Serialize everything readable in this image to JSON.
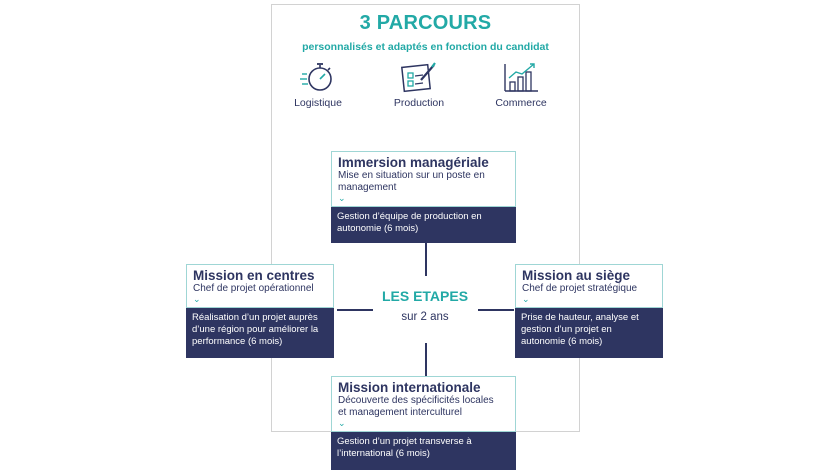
{
  "header": {
    "title": "3 PARCOURS",
    "subtitle": "personnalisés et adaptés en fonction du candidat"
  },
  "parcours": [
    {
      "label": "Logistique",
      "icon": "stopwatch-icon"
    },
    {
      "label": "Production",
      "icon": "checklist-pen-icon"
    },
    {
      "label": "Commerce",
      "icon": "bar-chart-growth-icon"
    }
  ],
  "center": {
    "title": "LES ETAPES",
    "duration": "sur 2 ans"
  },
  "steps": {
    "top": {
      "name": "Immersion managériale",
      "role": "Mise en situation sur un poste en management",
      "desc": "Gestion d’équipe de production en autonomie (6 mois)"
    },
    "left": {
      "name": "Mission en centres",
      "role": "Chef de projet opérationnel",
      "desc": "Réalisation d’un projet auprès d’une région pour améliorer la performance (6 mois)"
    },
    "right": {
      "name": "Mission au siège",
      "role": "Chef de projet stratégique",
      "desc": "Prise de hauteur, analyse et gestion d’un projet en autonomie (6 mois)"
    },
    "bottom": {
      "name": "Mission internationale",
      "role": "Découverte des spécificités locales et management interculturel",
      "desc": "Gestion d’un projet transverse à l’international (6 mois)"
    }
  },
  "colors": {
    "teal": "#22a9a6",
    "navy": "#2e3561",
    "border": "#9fd6d5"
  }
}
